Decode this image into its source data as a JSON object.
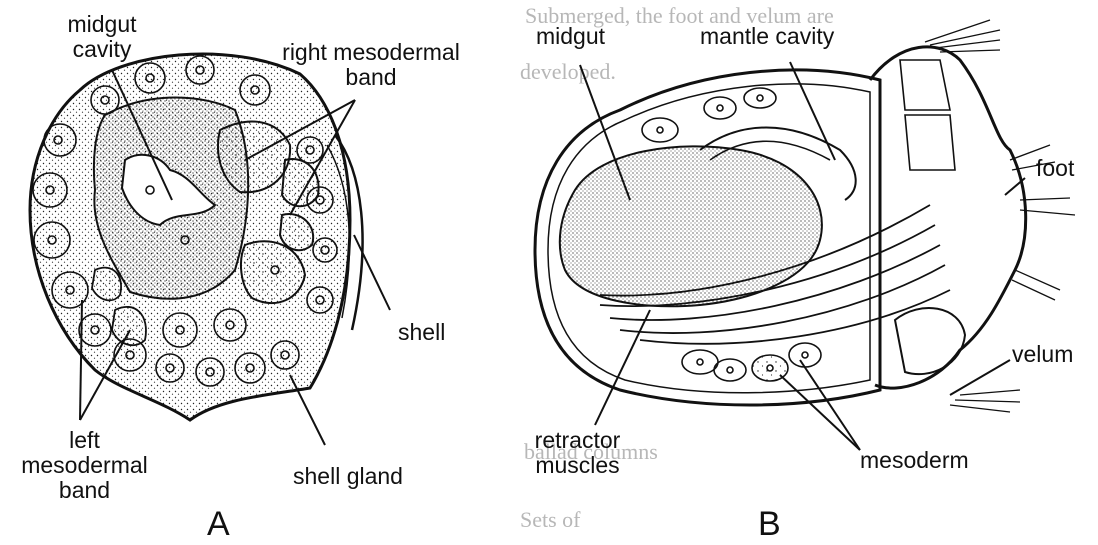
{
  "panel_a": {
    "letter": "A",
    "labels": {
      "midgut_cavity_line1": "midgut",
      "midgut_cavity_line2": "cavity",
      "right_mesodermal_line1": "right  mesodermal",
      "right_mesodermal_line2": "band",
      "shell": "shell",
      "left_mesodermal_line1": "left",
      "left_mesodermal_line2": "mesodermal",
      "left_mesodermal_line3": "band",
      "shell_gland": "shell  gland"
    }
  },
  "panel_b": {
    "letter": "B",
    "labels": {
      "midgut": "midgut",
      "mantle_cavity": "mantle  cavity",
      "foot": "foot",
      "velum": "velum",
      "retractor_line1": "retractor",
      "retractor_line2": "muscles",
      "mesoderm": "mesoderm"
    }
  },
  "bleed_through_text": [
    "Submerged, the foot and velum are",
    "developed.",
    "ballad columns",
    "Sets of"
  ]
}
